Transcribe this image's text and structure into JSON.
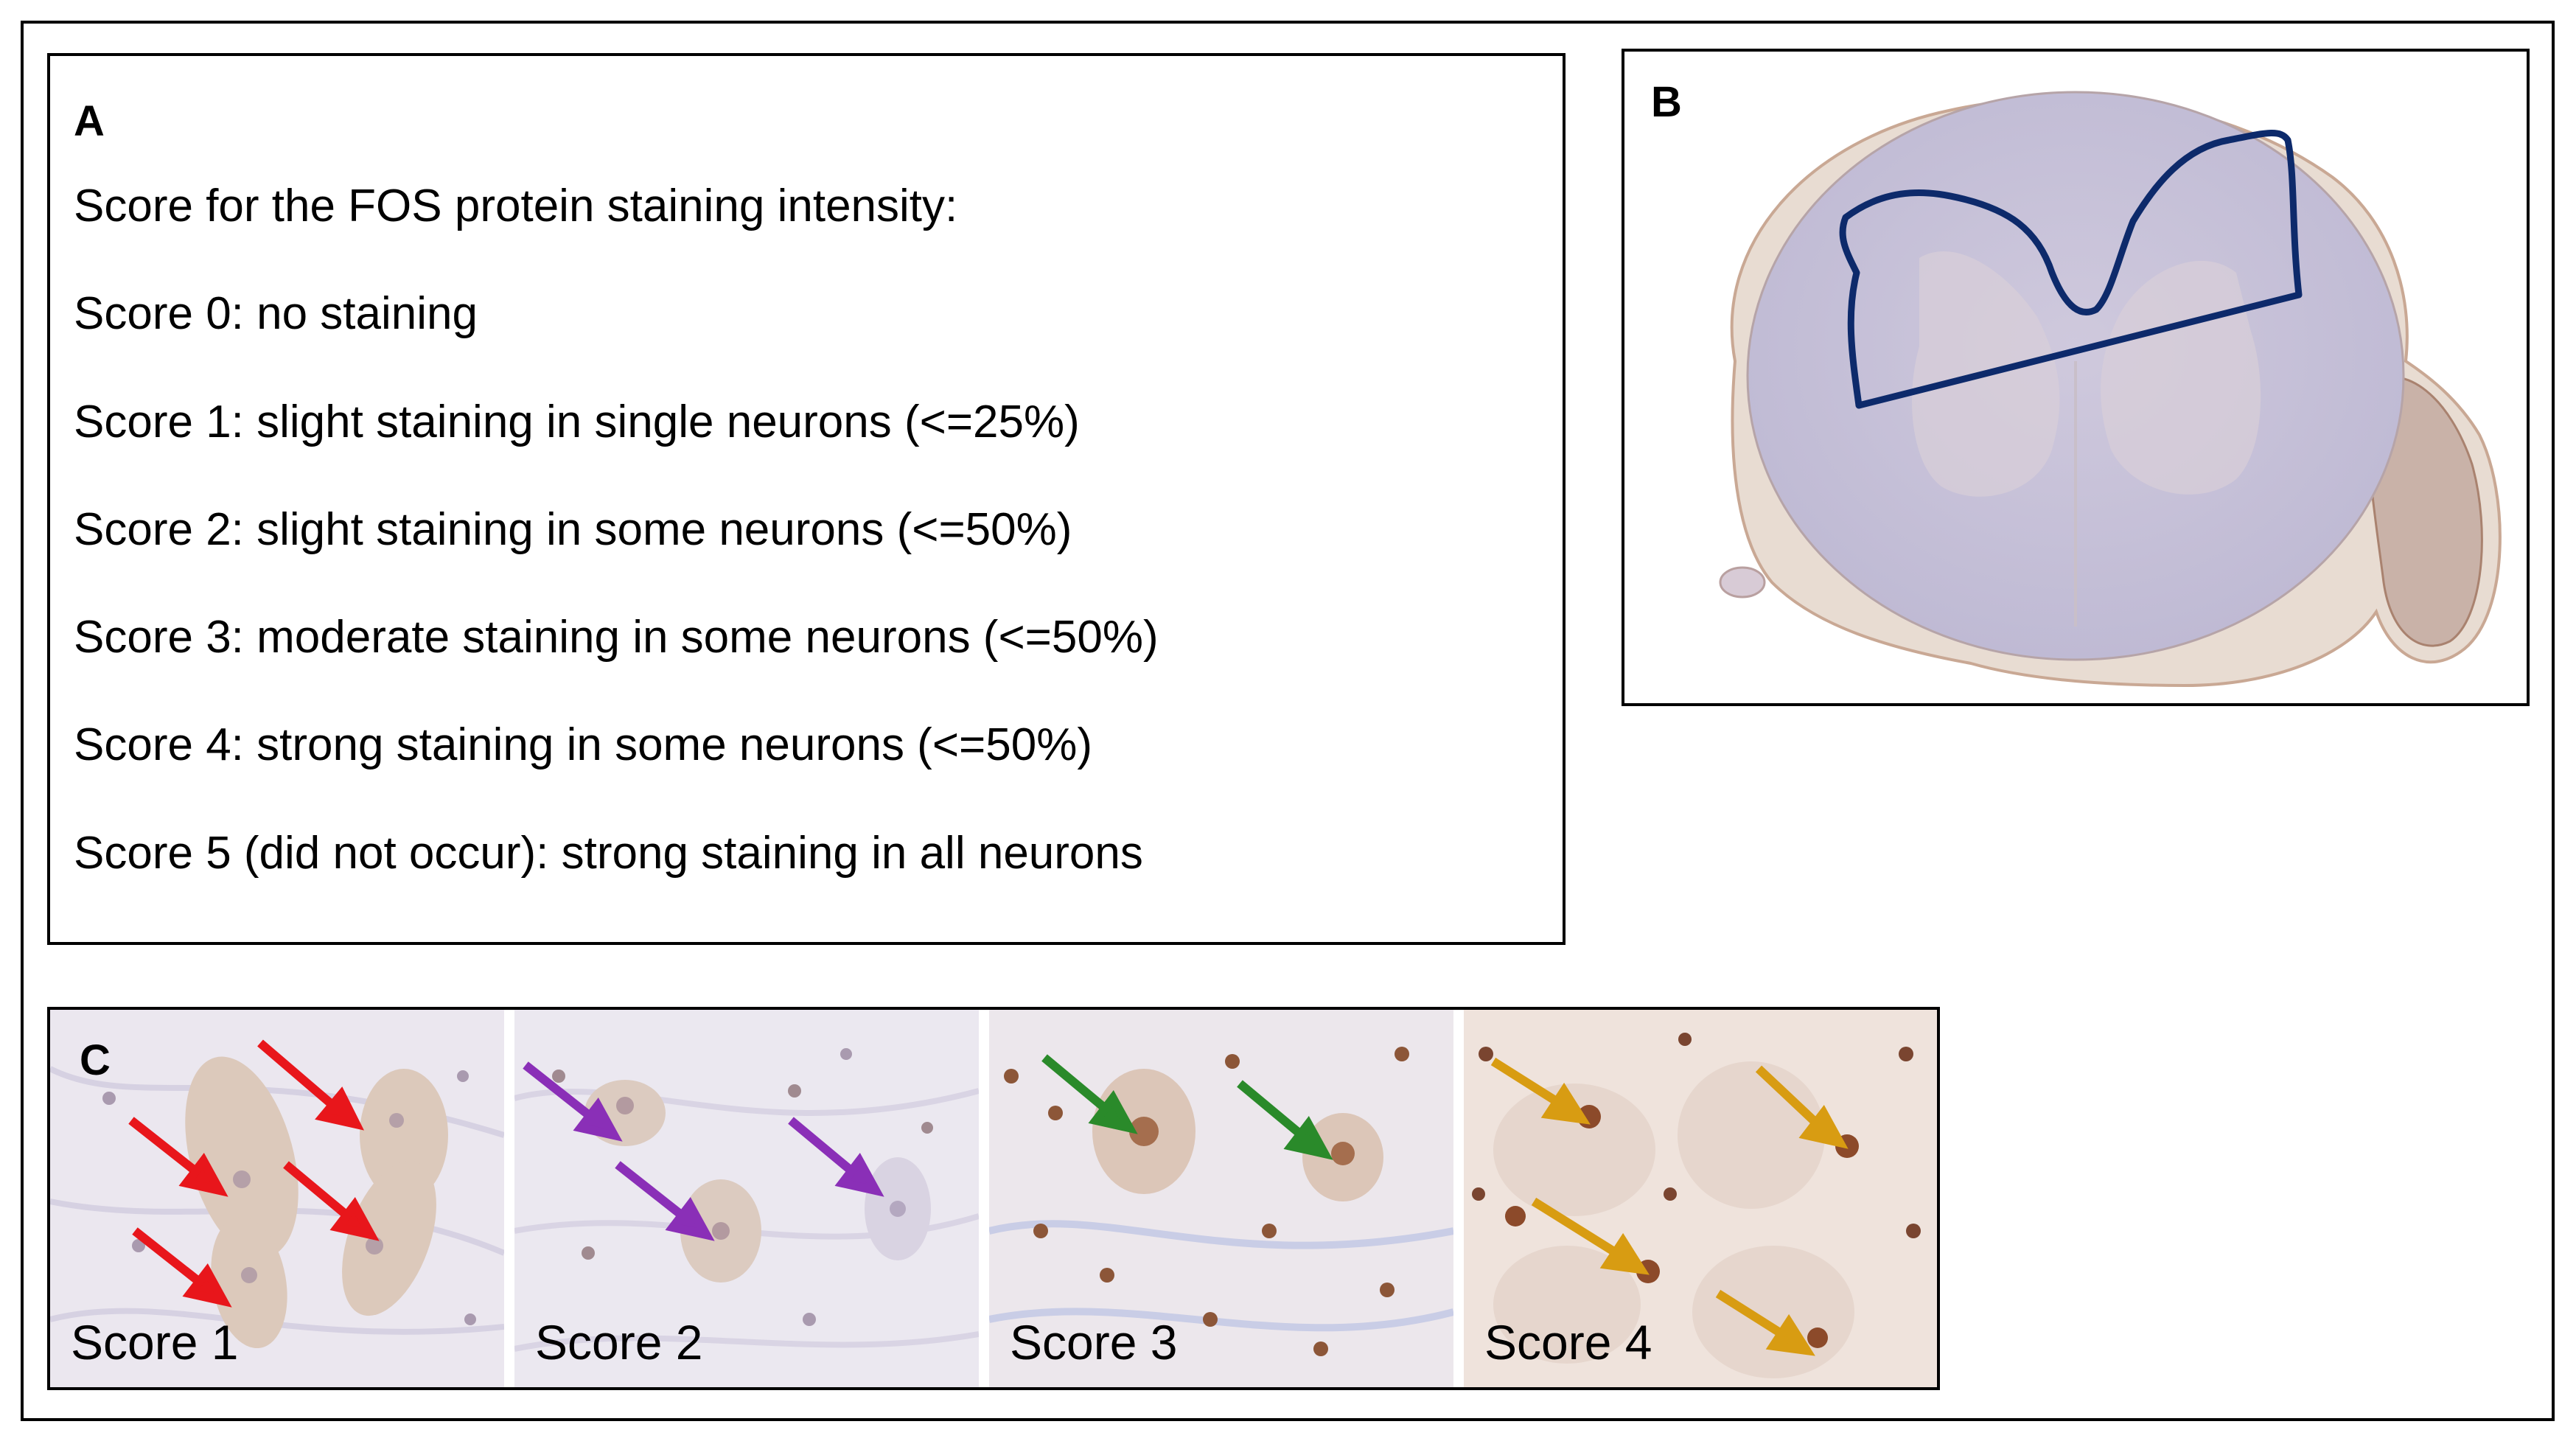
{
  "panel_a": {
    "letter": "A",
    "lines": [
      "Score for the FOS protein staining intensity:",
      "Score 0: no staining",
      "Score 1: slight staining in single neurons (<=25%)",
      "Score 2: slight staining in some neurons (<=50%)",
      "Score 3: moderate staining in some neurons (<=50%)",
      "Score 4: strong staining in some neurons (<=50%)",
      "Score 5 (did not occur): strong staining in all neurons"
    ]
  },
  "panel_b": {
    "letter": "B",
    "outline_color": "#0d2a6b"
  },
  "panel_c": {
    "letter": "C",
    "tiles": [
      {
        "label": "Score 1",
        "arrow_color": "#e8161b",
        "arrow_count": 4
      },
      {
        "label": "Score 2",
        "arrow_color": "#8a2fb7",
        "arrow_count": 3
      },
      {
        "label": "Score 3",
        "arrow_color": "#2a8a2a",
        "arrow_count": 2
      },
      {
        "label": "Score 4",
        "arrow_color": "#d89c12",
        "arrow_count": 4
      }
    ]
  }
}
